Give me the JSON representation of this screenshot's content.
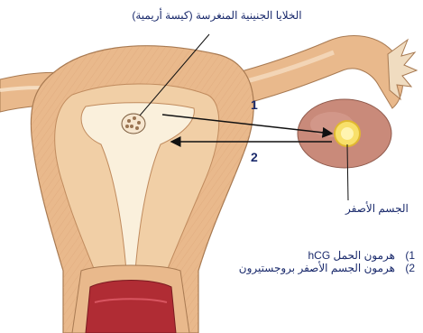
{
  "labels": {
    "embryo": "الخلايا الجنينية المنغرسة (كيسة أريمية)",
    "corpus_luteum": "الجسم الأصفر",
    "arrow1": "1",
    "arrow2": "2"
  },
  "legend": [
    {
      "num": "(1",
      "text": "هرمون الحمل hCG"
    },
    {
      "num": "(2",
      "text": "هرمون الجسم الأصفر بروجستيرون"
    }
  ],
  "colors": {
    "uterus_outer": "#e9b98c",
    "uterus_inner": "#f1cfa6",
    "cavity": "#faf0dc",
    "ovary": "#c98a7a",
    "cervix": "#b02c34",
    "corpus_luteum": "#f8e06a",
    "outline": "#a87a52"
  }
}
